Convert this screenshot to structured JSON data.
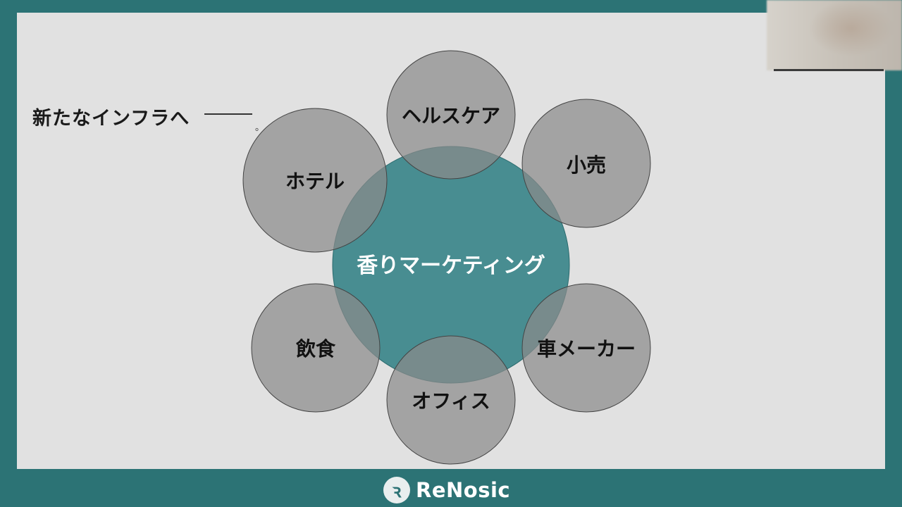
{
  "slide": {
    "headline": "新たなインフラへ",
    "headline_end": "。"
  },
  "diagram": {
    "center": "香りマーケティング",
    "nodes": [
      {
        "label": "ヘルスケア"
      },
      {
        "label": "小売"
      },
      {
        "label": "車メーカー"
      },
      {
        "label": "オフィス"
      },
      {
        "label": "飲食"
      },
      {
        "label": "ホテル"
      }
    ]
  },
  "footer": {
    "brand": "ReNosic"
  },
  "colors": {
    "frame": "#2c7375",
    "slide_bg": "#e1e1e1",
    "center_fill": "#2f7f83",
    "node_fill": "#8a8a8a"
  }
}
